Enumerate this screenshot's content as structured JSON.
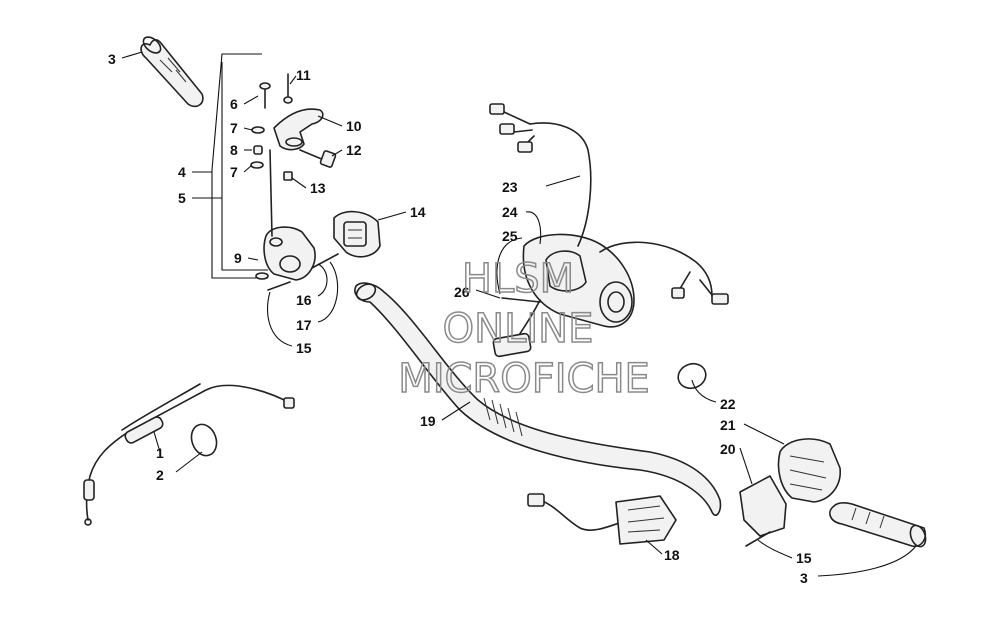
{
  "watermark": {
    "line1": "HLSM",
    "line2": "ONLINE",
    "line3": "MICROFICHE",
    "color": "#8a8a8a"
  },
  "callouts": {
    "c1": "1",
    "c2": "2",
    "c3a": "3",
    "c3b": "3",
    "c4": "4",
    "c5": "5",
    "c6": "6",
    "c7a": "7",
    "c7b": "7",
    "c8": "8",
    "c9": "9",
    "c10": "10",
    "c11": "11",
    "c12": "12",
    "c13": "13",
    "c14": "14",
    "c15a": "15",
    "c15b": "15",
    "c16": "16",
    "c17": "17",
    "c18": "18",
    "c19": "19",
    "c20": "20",
    "c21": "21",
    "c22": "22",
    "c23": "23",
    "c24": "24",
    "c25": "25",
    "c26": "26"
  }
}
